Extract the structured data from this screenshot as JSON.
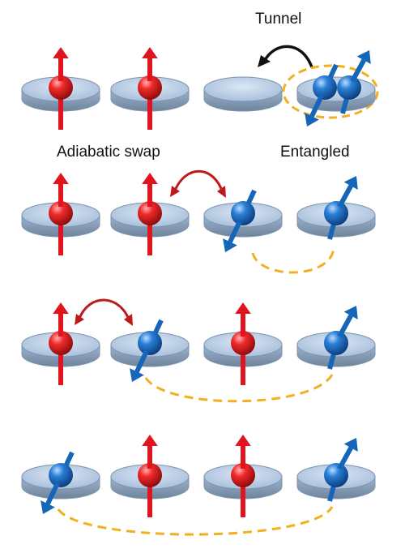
{
  "labels": {
    "tunnel": "Tunnel",
    "swap": "Adiabatic swap",
    "entangled": "Entangled"
  },
  "colors": {
    "disk_fill": "#a9c2de",
    "disk_top": "#c9daee",
    "disk_edge": "#7f94ac",
    "red_spin": "#e0141e",
    "blue_spin": "#1565b8",
    "entangle_link": "#f2b01e",
    "swap_arrow": "#c01919",
    "tunnel_arrow": "#111111"
  },
  "rows": [
    {
      "name": "initial",
      "dots": [
        {
          "spin": "up",
          "color": "red"
        },
        {
          "spin": "up",
          "color": "red"
        },
        {
          "spin": "empty"
        },
        {
          "spin": "pair",
          "color": "blue"
        }
      ]
    },
    {
      "name": "after-tunnel",
      "dots": [
        {
          "spin": "up",
          "color": "red"
        },
        {
          "spin": "up",
          "color": "red"
        },
        {
          "spin": "down",
          "color": "blue"
        },
        {
          "spin": "up",
          "color": "blue"
        }
      ]
    },
    {
      "name": "after-first-swap",
      "dots": [
        {
          "spin": "up",
          "color": "red"
        },
        {
          "spin": "down",
          "color": "blue"
        },
        {
          "spin": "up",
          "color": "red"
        },
        {
          "spin": "up",
          "color": "blue"
        }
      ]
    },
    {
      "name": "after-second-swap",
      "dots": [
        {
          "spin": "down",
          "color": "blue"
        },
        {
          "spin": "up",
          "color": "red"
        },
        {
          "spin": "up",
          "color": "red"
        },
        {
          "spin": "up",
          "color": "blue"
        }
      ]
    }
  ]
}
